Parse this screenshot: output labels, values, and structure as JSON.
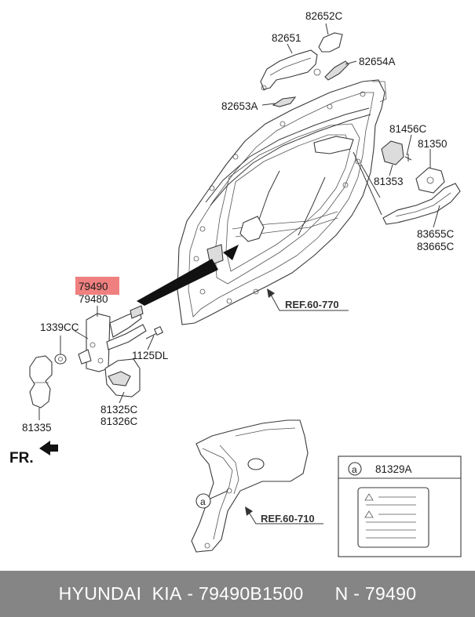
{
  "labels": {
    "p82652C": "82652C",
    "p82651": "82651",
    "p82654A": "82654A",
    "p82653A": "82653A",
    "p81456C": "81456C",
    "p81350": "81350",
    "p81353": "81353",
    "p83655C": "83655C",
    "p83665C": "83665C",
    "p79490": "79490",
    "p79480": "79480",
    "p1339CC": "1339CC",
    "p1125DL": "1125DL",
    "p81325C": "81325C",
    "p81326C": "81326C",
    "p81335": "81335",
    "fr": "FR.",
    "ref770": "REF.60-770",
    "ref710": "REF.60-710",
    "callout_a": "a"
  },
  "legend_box": {
    "marker": "a",
    "part_no": "81329A"
  },
  "highlight_color": "#f08080",
  "footer": {
    "brand": "HYUNDAI  KIA",
    "part_number": "- 79490B1500",
    "code": "N - 79490"
  }
}
